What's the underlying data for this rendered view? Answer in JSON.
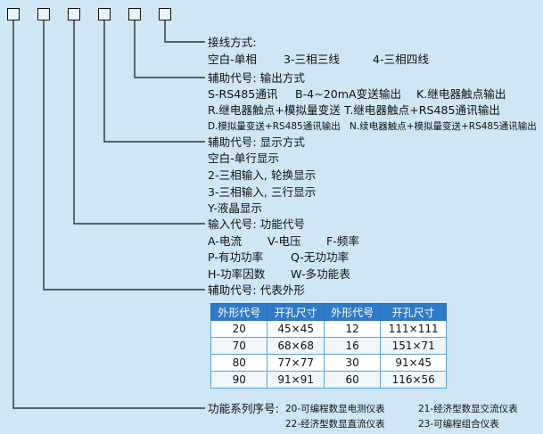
{
  "lines": {
    "wiring_title": "接线方式:",
    "wiring_options": [
      "空白-单相",
      "3-三相三线",
      "4-三相四线"
    ],
    "output_title": "辅助代号: 输出方式",
    "output_row1": [
      "S-RS485通讯",
      "B-4~20mA变送输出",
      "K.继电器触点输出"
    ],
    "output_row2": [
      "R.继电器触点+模拟量变送",
      "T.继电器触点+RS485通讯输出"
    ],
    "output_row3": [
      "D.模拟量变送+RS485通讯输出",
      "N.续电器触点+模拟量变送+RS485通讯输出"
    ],
    "display_title": "辅助代号: 显示方式",
    "display_options": [
      "空白-单行显示",
      "2-三相输入, 轮换显示",
      "3-三相输入, 三行显示",
      "Y-液晶显示"
    ],
    "function_title": "输入代号: 功能代号",
    "function_row1": [
      "A-电流",
      "V-电压",
      "F-频率"
    ],
    "function_row2": [
      "P-有功功率",
      "Q-无功功率"
    ],
    "function_row3": [
      "H-功率因数",
      "W-多功能表"
    ],
    "shape_title": "辅助代号: 代表外形",
    "series_title": "功能系列序号:",
    "series_row1": [
      "20-可编程数显电测仪表",
      "21-经济型数显交流仪表"
    ],
    "series_row2": [
      "22-经济型数显直流仪表",
      "23-可编程组合仪表"
    ]
  },
  "shape_table": {
    "headers": [
      "外形代号",
      "开孔尺寸",
      "外形代号",
      "开孔尺寸"
    ],
    "rows": [
      [
        "20",
        "45×45",
        "12",
        "111×111"
      ],
      [
        "70",
        "68×68",
        "16",
        "151×71"
      ],
      [
        "80",
        "77×77",
        "30",
        "91×45"
      ],
      [
        "90",
        "91×91",
        "60",
        "116×56"
      ]
    ]
  },
  "colors": {
    "background": "#cfe6f4",
    "table_header": "#2f7ac7",
    "line": "#111111"
  }
}
